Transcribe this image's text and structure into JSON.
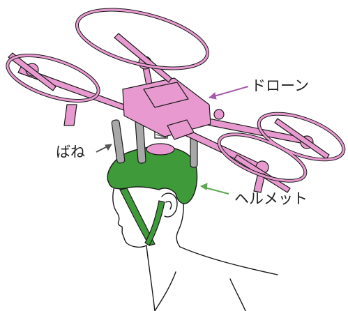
{
  "labels": {
    "drone": "ドローン",
    "spring": "ばね",
    "helmet": "ヘルメット"
  },
  "colors": {
    "drone": "#e89ad0",
    "drone_arrow": "#a45aa8",
    "helmet": "#3f9a3a",
    "helmet_arrow": "#5da84f",
    "spring": "#a8a8a8",
    "spring_arrow": "#555555",
    "outline": "#1a1a1a"
  }
}
